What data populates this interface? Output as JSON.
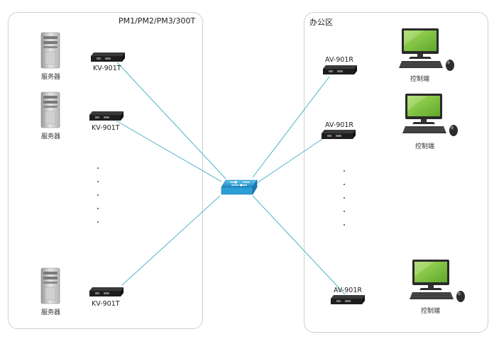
{
  "left_zone": {
    "title": "PM1/PM2/PM3/300T"
  },
  "right_zone": {
    "title": "办公区"
  },
  "servers": [
    {
      "label": "服务器"
    },
    {
      "label": "服务器"
    },
    {
      "label": "服务器"
    }
  ],
  "transmitters": [
    {
      "label": "KV-901T"
    },
    {
      "label": "KV-901T"
    },
    {
      "label": "KV-901T"
    }
  ],
  "receivers": [
    {
      "label": "AV-901R"
    },
    {
      "label": "AV-901R"
    },
    {
      "label": "AV-901R"
    }
  ],
  "consoles": [
    {
      "label": "控制端"
    },
    {
      "label": "控制端"
    },
    {
      "label": "控制端"
    }
  ],
  "colors": {
    "link": "#4fb3c8",
    "switch": "#2f9fd6",
    "screen": "#7bc142",
    "zone_border": "#cfcfcf"
  },
  "icons": {
    "server": "server-tower-icon",
    "extender": "kvm-extender-icon",
    "switch": "network-switch-icon",
    "console": "workstation-icon"
  }
}
